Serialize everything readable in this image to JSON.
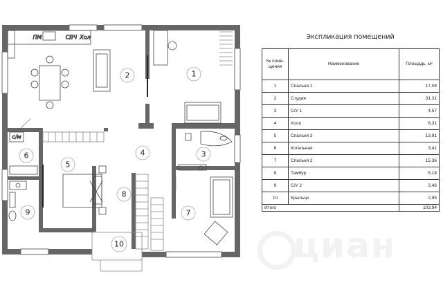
{
  "plan": {
    "rooms": [
      {
        "num": "1"
      },
      {
        "num": "2"
      },
      {
        "num": "3"
      },
      {
        "num": "4"
      },
      {
        "num": "5"
      },
      {
        "num": "6"
      },
      {
        "num": "7"
      },
      {
        "num": "8"
      },
      {
        "num": "9"
      },
      {
        "num": "10"
      }
    ],
    "fixtures": {
      "pm": "ПМ",
      "svch": "СВЧ",
      "hol": "Хол",
      "sm": "с/м"
    }
  },
  "table": {
    "title": "Экспликация помещений",
    "headers": {
      "num": "№ поме-щения",
      "name": "Наименование",
      "area": "Площадь, м²"
    },
    "rows": [
      {
        "num": "1",
        "name": "Спальня 1",
        "area": "17,08"
      },
      {
        "num": "2",
        "name": "Студия",
        "area": "31,31"
      },
      {
        "num": "3",
        "name": "С/У 1",
        "area": "4,57"
      },
      {
        "num": "4",
        "name": "Холл",
        "area": "6,31"
      },
      {
        "num": "5",
        "name": "Спальня 3",
        "area": "13,91"
      },
      {
        "num": "6",
        "name": "Котельная",
        "area": "3,41"
      },
      {
        "num": "7",
        "name": "Спальня 2",
        "area": "15,36"
      },
      {
        "num": "8",
        "name": "Тамбур",
        "area": "5,18"
      },
      {
        "num": "9",
        "name": "С/У 2",
        "area": "3,46"
      },
      {
        "num": "10",
        "name": "Крыльцо",
        "area": "2,95"
      }
    ],
    "total": {
      "label": "Итого",
      "area": "103,94"
    }
  },
  "watermark": {
    "text": "циан"
  }
}
